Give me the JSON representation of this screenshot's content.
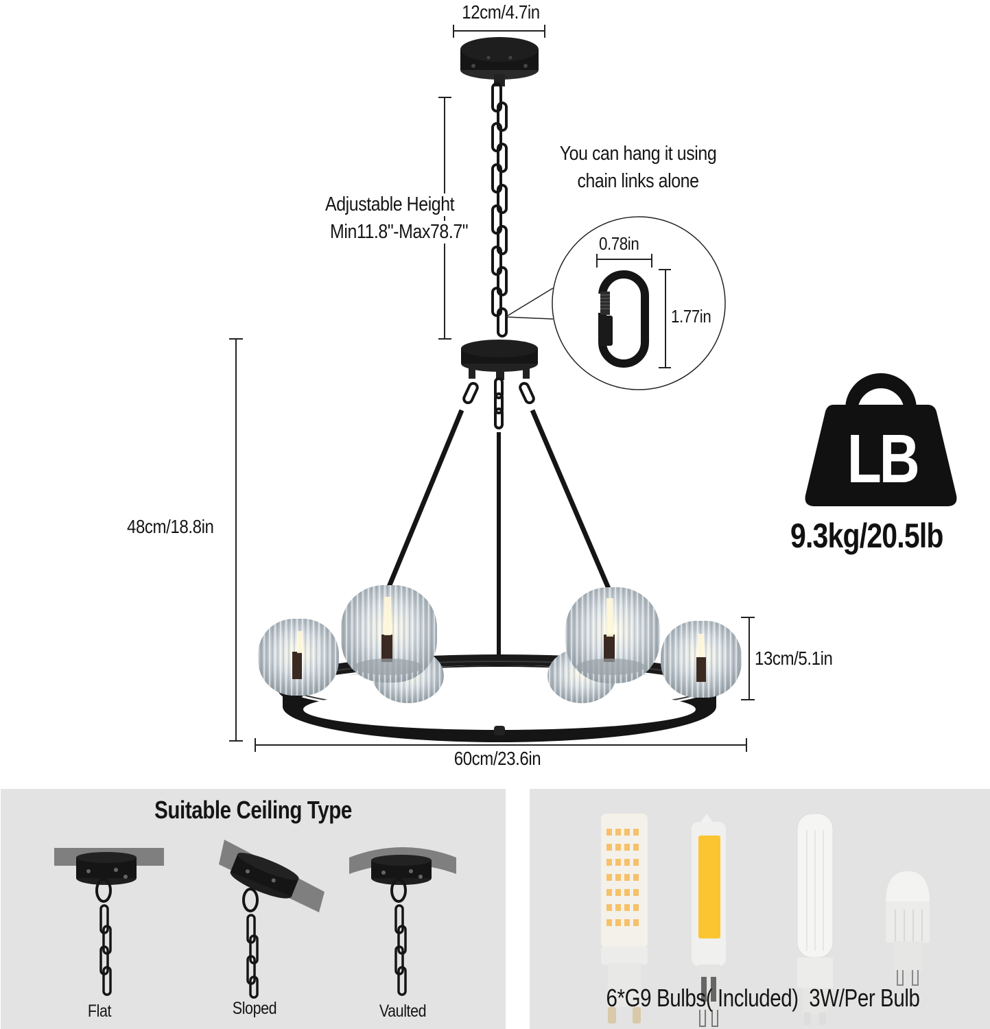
{
  "dimensions": {
    "canopy_width": "12cm/4.7in",
    "adjustable_height_title": "Adjustable Height",
    "adjustable_height_range": "Min11.8\"-Max78.7\"",
    "fixture_height": "48cm/18.8in",
    "shade_height": "13cm/5.1in",
    "fixture_width": "60cm/23.6in"
  },
  "chain_note": {
    "line1": "You can hang it using",
    "line2": "chain links alone"
  },
  "carabiner": {
    "width": "0.78in",
    "height": "1.77in"
  },
  "weight": {
    "icon_label": "LB",
    "value": "9.3kg/20.5lb"
  },
  "ceiling_panel": {
    "title": "Suitable Ceiling Type",
    "types": [
      {
        "label": "Flat"
      },
      {
        "label": "Sloped"
      },
      {
        "label": "Vaulted"
      }
    ]
  },
  "bulb_panel": {
    "caption": "6*G9 Bulbs( Included)  3W/Per Bulb",
    "bulbs": [
      {
        "type": "smd-corn-bulb"
      },
      {
        "type": "cob-capsule-bulb"
      },
      {
        "type": "filament-tube-bulb"
      },
      {
        "type": "frosted-mini-bulb"
      }
    ]
  },
  "colors": {
    "fixture_black": "#151515",
    "panel_gray": "#e3e3e3",
    "ceiling_gray": "#7f7f7f",
    "led_amber": "#f6c16a",
    "cob_yellow": "#fbc531"
  }
}
